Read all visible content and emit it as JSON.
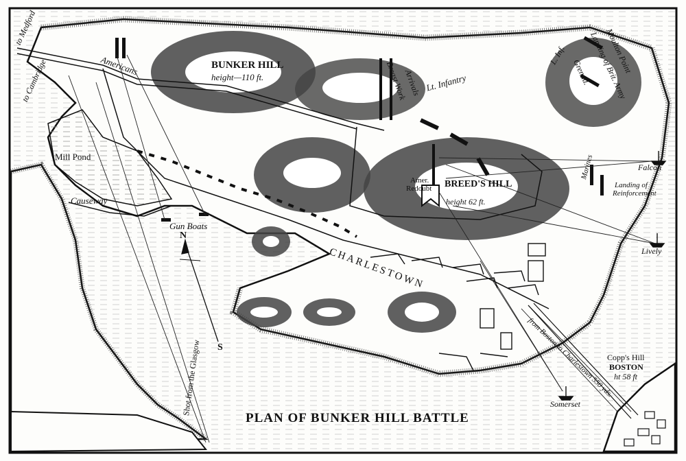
{
  "title": "PLAN OF BUNKER HILL BATTLE",
  "labels": {
    "to_medford": "to Medford",
    "to_cambridge": "to Cambridge",
    "americans": "Americans",
    "bunker_hill": "BUNKER HILL",
    "bunker_height": "height—110 ft.",
    "breast_work": "Breast Work",
    "arrived": "Arrivals",
    "lt_infantry": "Lt. Infantry",
    "landing_british": "Landing of Brit. Army",
    "moulton_point": "Moulton Point",
    "l_inf": "L. Inf.",
    "grenadiers": "Grenad.",
    "mill_pond": "Mill Pond",
    "causeway": "Causeway",
    "gun_boats": "Gun Boats",
    "north": "N",
    "south": "S",
    "amer_redoubt_1": "Amer.",
    "amer_redoubt_2": "Redoubt",
    "breeds_hill": "BREED'S HILL",
    "breeds_height": "height 62 ft.",
    "falcon": "Falcon",
    "landing_reinf_1": "Landing of",
    "landing_reinf_2": "Reinforcement",
    "marines": "Marines",
    "lively": "Lively",
    "charlestown": "CHARLESTOWN",
    "shot_glasgow": "Shot from the Glasgow",
    "from_boston": "from Boston to Charlestown 550 yds.",
    "copps_hill": "Copp's Hill",
    "boston": "BOSTON",
    "copps_height": "ht 58 ft",
    "somerset": "Somerset"
  }
}
